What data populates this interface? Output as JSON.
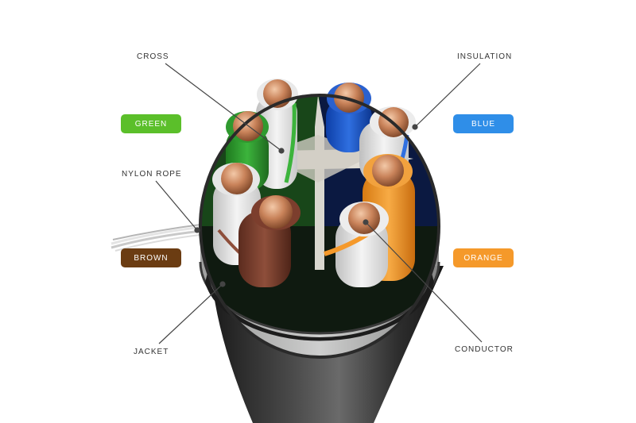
{
  "labels": {
    "cross": "CROSS",
    "insulation": "INSULATION",
    "nylon_rope": "NYLON ROPE",
    "jacket": "JACKET",
    "conductor": "CONDUCTOR"
  },
  "pairs": [
    {
      "label": "GREEN",
      "color": "#5bbf2a"
    },
    {
      "label": "BLUE",
      "color": "#2f8ee8"
    },
    {
      "label": "BROWN",
      "color": "#6b3c12"
    },
    {
      "label": "ORANGE",
      "color": "#f5992a"
    }
  ]
}
